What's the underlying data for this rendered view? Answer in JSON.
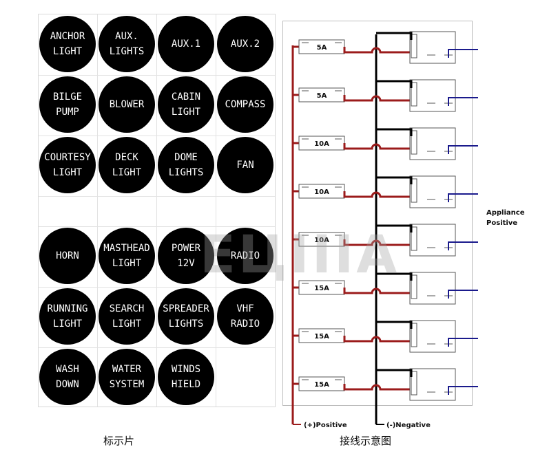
{
  "label_sheet": {
    "caption": "标示片",
    "rows": [
      [
        {
          "name": "anchor-light",
          "lines": [
            "ANCHOR",
            "LIGHT"
          ]
        },
        {
          "name": "aux-lights",
          "lines": [
            "AUX.",
            "LIGHTS"
          ]
        },
        {
          "name": "aux-1",
          "lines": [
            "AUX.1"
          ]
        },
        {
          "name": "aux-2",
          "lines": [
            "AUX.2"
          ]
        }
      ],
      [
        {
          "name": "bilge-pump",
          "lines": [
            "BILGE",
            "PUMP"
          ]
        },
        {
          "name": "blower",
          "lines": [
            "BLOWER"
          ]
        },
        {
          "name": "cabin-light",
          "lines": [
            "CABIN",
            "LIGHT"
          ]
        },
        {
          "name": "compass",
          "lines": [
            "COMPASS"
          ]
        }
      ],
      [
        {
          "name": "courtesy-light",
          "lines": [
            "COURTESY",
            "LIGHT"
          ]
        },
        {
          "name": "deck-light",
          "lines": [
            "DECK",
            "LIGHT"
          ]
        },
        {
          "name": "dome-lights",
          "lines": [
            "DOME",
            "LIGHTS"
          ]
        },
        {
          "name": "fan",
          "lines": [
            "FAN"
          ]
        }
      ],
      [],
      [
        {
          "name": "horn",
          "lines": [
            "HORN"
          ]
        },
        {
          "name": "masthead-light",
          "lines": [
            "MASTHEAD",
            "LIGHT"
          ]
        },
        {
          "name": "power-12v",
          "lines": [
            "POWER",
            "12V"
          ]
        },
        {
          "name": "radio",
          "lines": [
            "RADIO"
          ]
        }
      ],
      [
        {
          "name": "running-light",
          "lines": [
            "RUNNING",
            "LIGHT"
          ]
        },
        {
          "name": "search-light",
          "lines": [
            "SEARCH",
            "LIGHT"
          ]
        },
        {
          "name": "spreader-lights",
          "lines": [
            "SPREADER",
            "LIGHTS"
          ]
        },
        {
          "name": "vhf-radio",
          "lines": [
            "VHF",
            "RADIO"
          ]
        }
      ],
      [
        {
          "name": "wash-down",
          "lines": [
            "WASH",
            "DOWN"
          ]
        },
        {
          "name": "water-system",
          "lines": [
            "WATER",
            "SYSTEM"
          ]
        },
        {
          "name": "windshield",
          "lines": [
            "WINDS",
            "HIELD"
          ]
        }
      ]
    ]
  },
  "wiring_diagram": {
    "caption": "接线示意图",
    "fuses": [
      "5A",
      "5A",
      "10A",
      "10A",
      "10A",
      "15A",
      "15A",
      "15A"
    ],
    "positive_label": "(+)Positive",
    "negative_label": "(-)Negative",
    "appliance_label_line1": "Appliance",
    "appliance_label_line2": "Positive",
    "colors": {
      "positive": "#9b1b1b",
      "negative": "#000000",
      "appliance": "#1a1a8c",
      "outline": "#555555"
    }
  },
  "watermark": {
    "text": "ЕЦIIIА"
  }
}
